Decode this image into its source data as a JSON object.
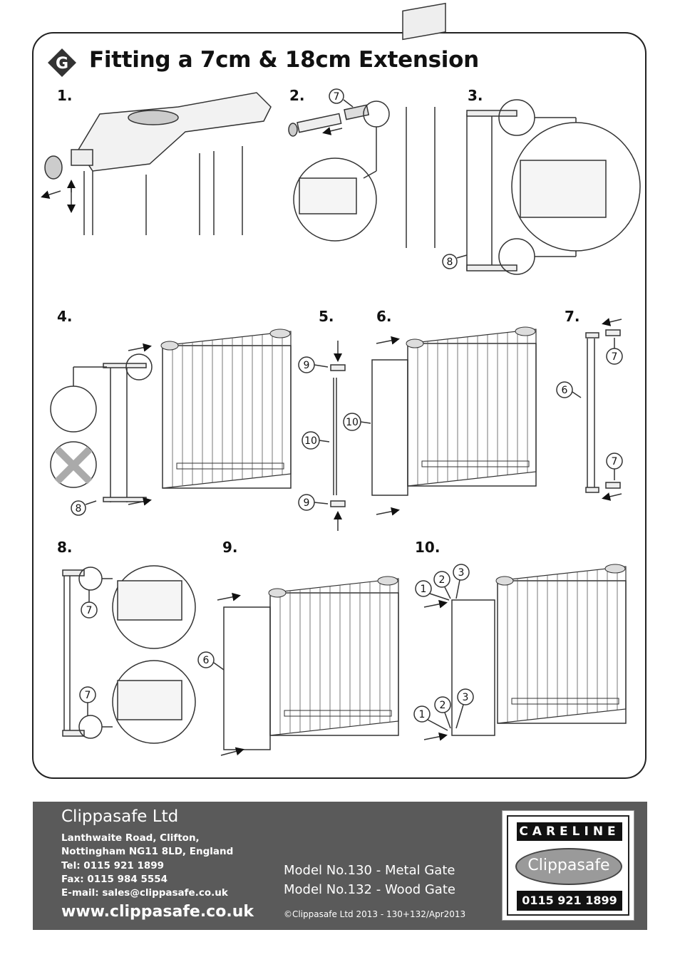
{
  "section": {
    "badge": "G",
    "title": "Fitting a 7cm & 18cm Extension"
  },
  "steps": [
    "1.",
    "2.",
    "3.",
    "4.",
    "5.",
    "6.",
    "7.",
    "8.",
    "9.",
    "10."
  ],
  "callouts": {
    "n1": "1",
    "n2": "2",
    "n3": "3",
    "n6": "6",
    "n7": "7",
    "n8": "8",
    "n9": "9",
    "n10": "10"
  },
  "footer": {
    "company": "Clippasafe Ltd",
    "address_line1": "Lanthwaite Road, Clifton,",
    "address_line2": "Nottingham NG11 8LD, England",
    "tel": "Tel:  0115 921 1899",
    "fax": "Fax: 0115 984 5554",
    "email": "E-mail: sales@clippasafe.co.uk",
    "website": "www.clippasafe.co.uk",
    "model1": "Model No.130 - Metal Gate",
    "model2": "Model No.132 - Wood Gate",
    "copyright": "©Clippasafe Ltd 2013 - 130+132/Apr2013"
  },
  "careline": {
    "label": "CARELINE",
    "logo": "Clippasafe",
    "phone": "0115 921 1899"
  }
}
